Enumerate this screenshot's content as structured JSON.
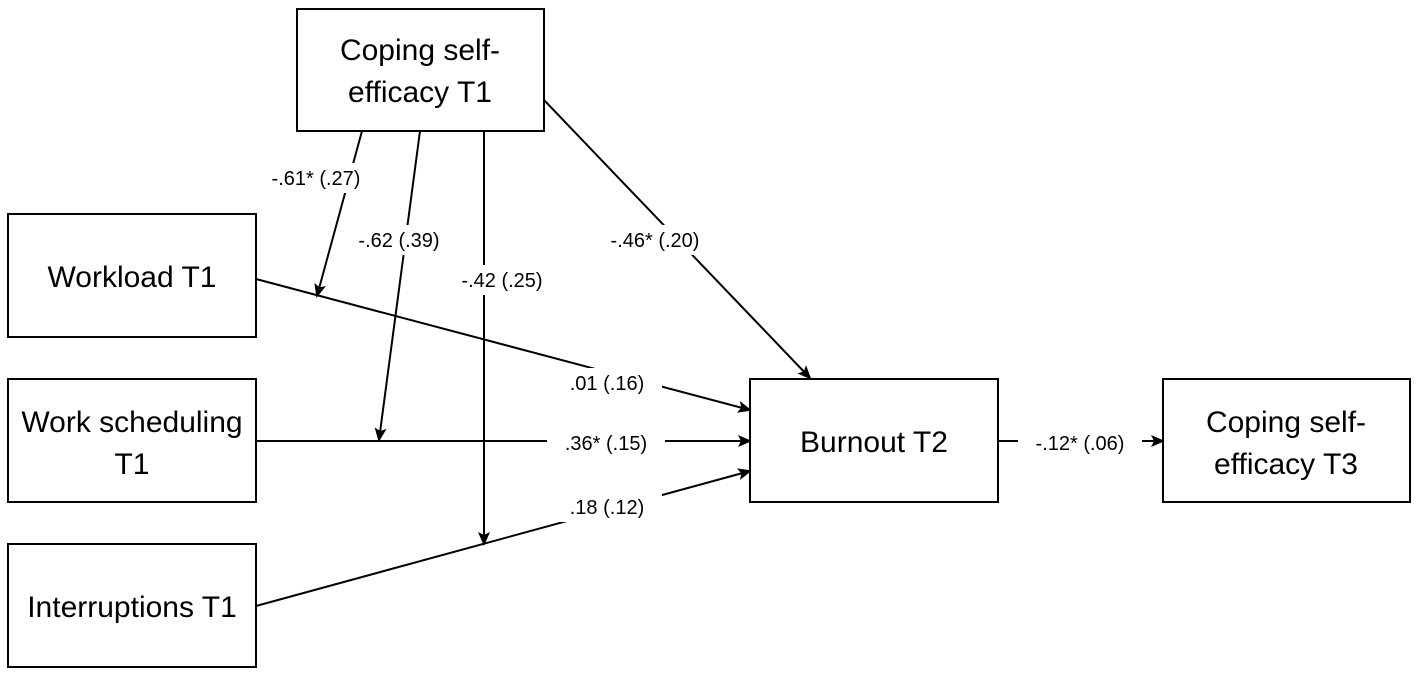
{
  "nodes": {
    "coping_t1": {
      "line1": "Coping self-",
      "line2": "efficacy T1"
    },
    "workload": {
      "line1": "Workload T1"
    },
    "work_scheduling": {
      "line1": "Work scheduling",
      "line2": "T1"
    },
    "interruptions": {
      "line1": "Interruptions T1"
    },
    "burnout": {
      "line1": "Burnout T2"
    },
    "coping_t3": {
      "line1": "Coping self-",
      "line2": "efficacy T3"
    }
  },
  "edges": {
    "moderation_workload": "-.61* (.27)",
    "moderation_scheduling": "-.62 (.39)",
    "moderation_interruptions": "-.42 (.25)",
    "coping_to_burnout": "-.46* (.20)",
    "workload_to_burnout": ".01 (.16)",
    "scheduling_to_burnout": ".36* (.15)",
    "interruptions_to_burnout": ".18 (.12)",
    "burnout_to_coping_t3": "-.12* (.06)"
  },
  "colors": {
    "stroke": "#000000",
    "background": "#ffffff"
  }
}
